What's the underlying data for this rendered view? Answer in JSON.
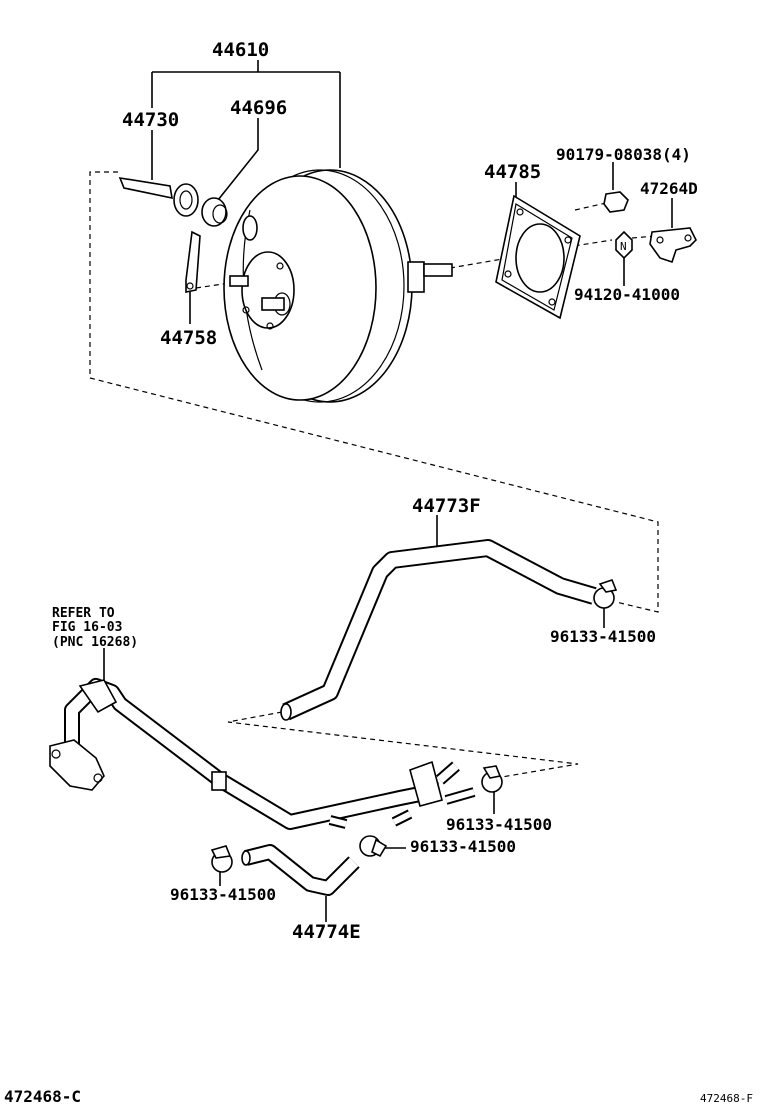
{
  "labels": {
    "p44610": "44610",
    "p44730": "44730",
    "p44696": "44696",
    "p44758": "44758",
    "p44785": "44785",
    "p90179": "90179-08038(4)",
    "p47264": "47264D",
    "p94120": "94120-41000",
    "p44773": "44773F",
    "p96133a": "96133-41500",
    "p96133b": "96133-41500",
    "p96133c": "96133-41500",
    "p96133d": "96133-41500",
    "p44774": "44774E",
    "nut_mark": "N",
    "refer_1": "REFER TO",
    "refer_2": "FIG 16-03",
    "refer_3": "(PNC 16268)",
    "code_left": "472468-C",
    "code_right": "472468-F"
  }
}
